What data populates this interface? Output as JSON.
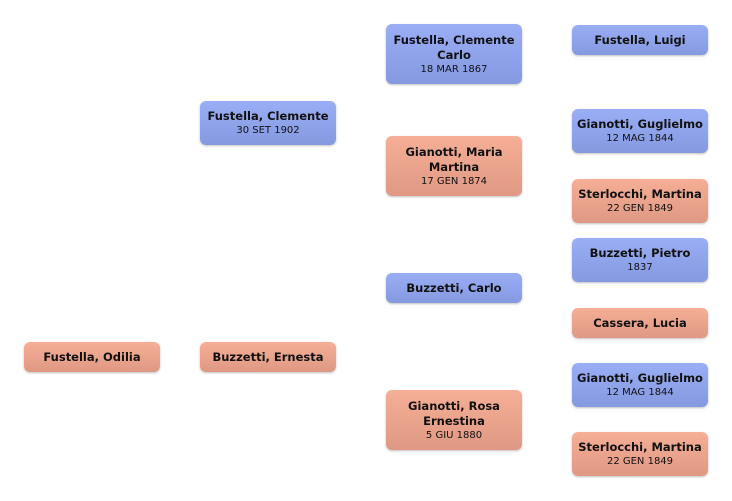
{
  "tree": {
    "colors": {
      "male": "#8fa3eb",
      "female": "#eba38c"
    },
    "people": {
      "root": {
        "name": "Fustella, Odilia",
        "date": "",
        "gender": "female"
      },
      "father": {
        "name": "Fustella, Clemente",
        "date": "30 SET 1902",
        "gender": "male"
      },
      "mother": {
        "name": "Buzzetti, Ernesta",
        "date": "",
        "gender": "female"
      },
      "ff": {
        "name": "Fustella, Clemente Carlo",
        "date": "18 MAR 1867",
        "gender": "male"
      },
      "fm": {
        "name": "Gianotti, Maria Martina",
        "date": "17 GEN 1874",
        "gender": "female"
      },
      "mf": {
        "name": "Buzzetti, Carlo",
        "date": "",
        "gender": "male"
      },
      "mm": {
        "name": "Gianotti, Rosa Ernestina",
        "date": "5 GIU 1880",
        "gender": "female"
      },
      "fff": {
        "name": "Fustella, Luigi",
        "date": "",
        "gender": "male"
      },
      "fmf": {
        "name": "Gianotti, Guglielmo",
        "date": "12 MAG 1844",
        "gender": "male"
      },
      "fmm": {
        "name": "Sterlocchi, Martina",
        "date": "22 GEN 1849",
        "gender": "female"
      },
      "mff": {
        "name": "Buzzetti, Pietro",
        "date": "1837",
        "gender": "male"
      },
      "mfm": {
        "name": "Cassera, Lucia",
        "date": "",
        "gender": "female"
      },
      "mmf": {
        "name": "Gianotti, Guglielmo",
        "date": "12 MAG 1844",
        "gender": "male"
      },
      "mmm": {
        "name": "Sterlocchi, Martina",
        "date": "22 GEN 1849",
        "gender": "female"
      }
    }
  }
}
